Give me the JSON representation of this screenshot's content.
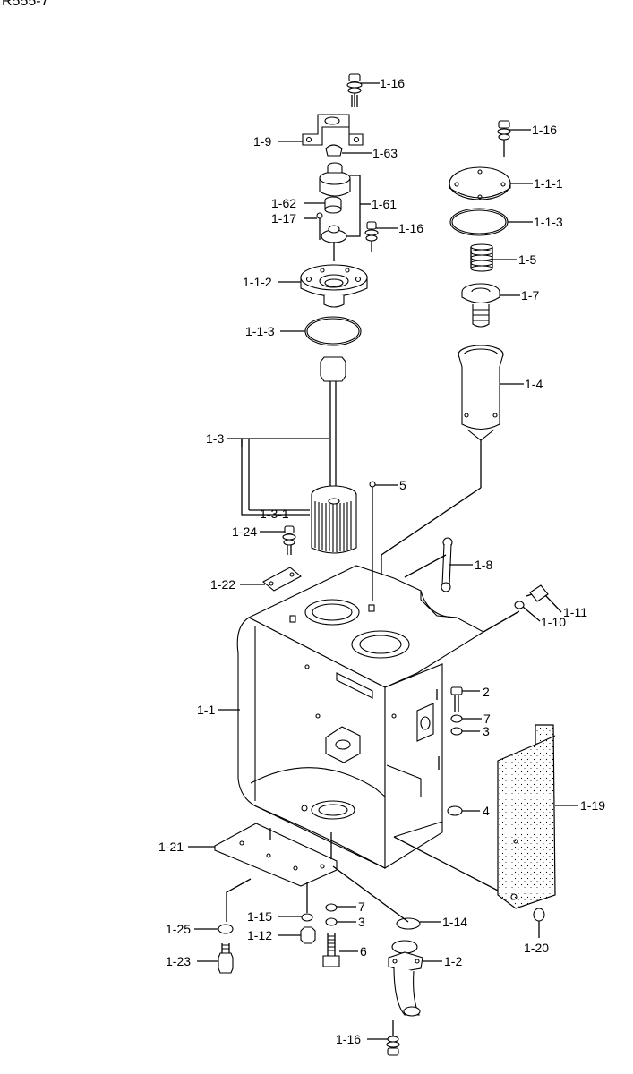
{
  "model": "R555-7",
  "callouts": {
    "c_1_16_top": "1-16",
    "c_1_9": "1-9",
    "c_1_63": "1-63",
    "c_1_16_r": "1-16",
    "c_1_1_1": "1-1-1",
    "c_1_62": "1-62",
    "c_1_61": "1-61",
    "c_1_17": "1-17",
    "c_1_16_m": "1-16",
    "c_1_1_3_r": "1-1-3",
    "c_1_5": "1-5",
    "c_1_1_2": "1-1-2",
    "c_1_7": "1-7",
    "c_1_1_3_l": "1-1-3",
    "c_1_4": "1-4",
    "c_1_3": "1-3",
    "c_5": "5",
    "c_1_3_1": "1-3-1",
    "c_1_24": "1-24",
    "c_1_8": "1-8",
    "c_1_22": "1-22",
    "c_1_11": "1-11",
    "c_1_10": "1-10",
    "c_2": "2",
    "c_1_1": "1-1",
    "c_7_r": "7",
    "c_3_r": "3",
    "c_1_19": "1-19",
    "c_4": "4",
    "c_1_21": "1-21",
    "c_7_b": "7",
    "c_1_25": "1-25",
    "c_1_15": "1-15",
    "c_3_b": "3",
    "c_1_14": "1-14",
    "c_1_12": "1-12",
    "c_6": "6",
    "c_1_2": "1-2",
    "c_1_23": "1-23",
    "c_1_20": "1-20",
    "c_1_16_bot": "1-16"
  }
}
